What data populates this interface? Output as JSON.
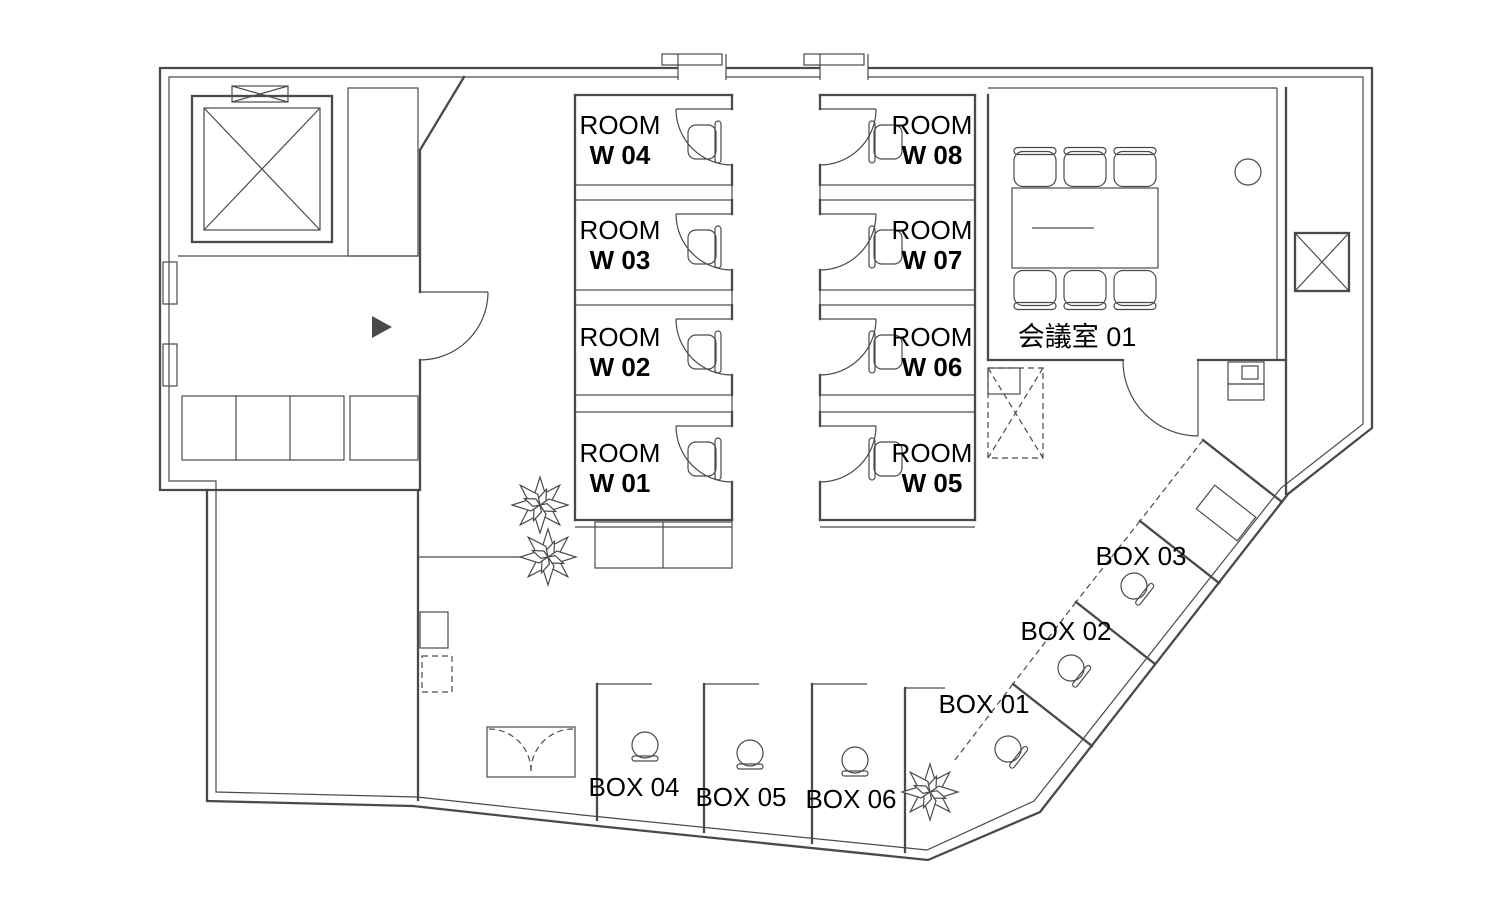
{
  "plan": {
    "rooms_left": [
      {
        "type": "ROOM",
        "id": "W 04"
      },
      {
        "type": "ROOM",
        "id": "W 03"
      },
      {
        "type": "ROOM",
        "id": "W 02"
      },
      {
        "type": "ROOM",
        "id": "W 01"
      }
    ],
    "rooms_right": [
      {
        "type": "ROOM",
        "id": "W 08"
      },
      {
        "type": "ROOM",
        "id": "W 07"
      },
      {
        "type": "ROOM",
        "id": "W 06"
      },
      {
        "type": "ROOM",
        "id": "W 05"
      }
    ],
    "meeting_room_label": "会議室 01",
    "boxes_diagonal": [
      {
        "label": "BOX 03"
      },
      {
        "label": "BOX 02"
      },
      {
        "label": "BOX 01"
      }
    ],
    "boxes_bottom": [
      {
        "label": "BOX 04"
      },
      {
        "label": "BOX 05"
      },
      {
        "label": "BOX 06"
      }
    ]
  },
  "colors": {
    "wall": "#4a4a4a",
    "label": "#000000",
    "background": "#ffffff"
  }
}
